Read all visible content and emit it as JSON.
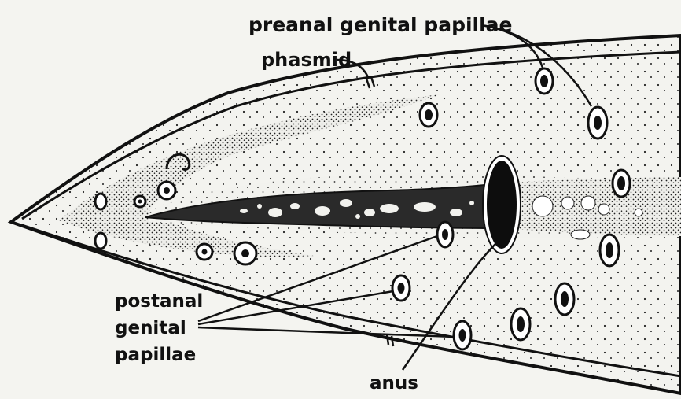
{
  "labels": {
    "preanal": "preanal genital papillae",
    "phasmid": "phasmid",
    "postanal_line1": "postanal",
    "postanal_line2": "genital",
    "postanal_line3": "papillae",
    "anus": "anus"
  },
  "colors": {
    "background": "#f4f4f0",
    "ink": "#111111",
    "body_fill": "#f1f1ec",
    "gut_fill": "#2a2a2a",
    "papilla_fill": "#ffffff"
  }
}
